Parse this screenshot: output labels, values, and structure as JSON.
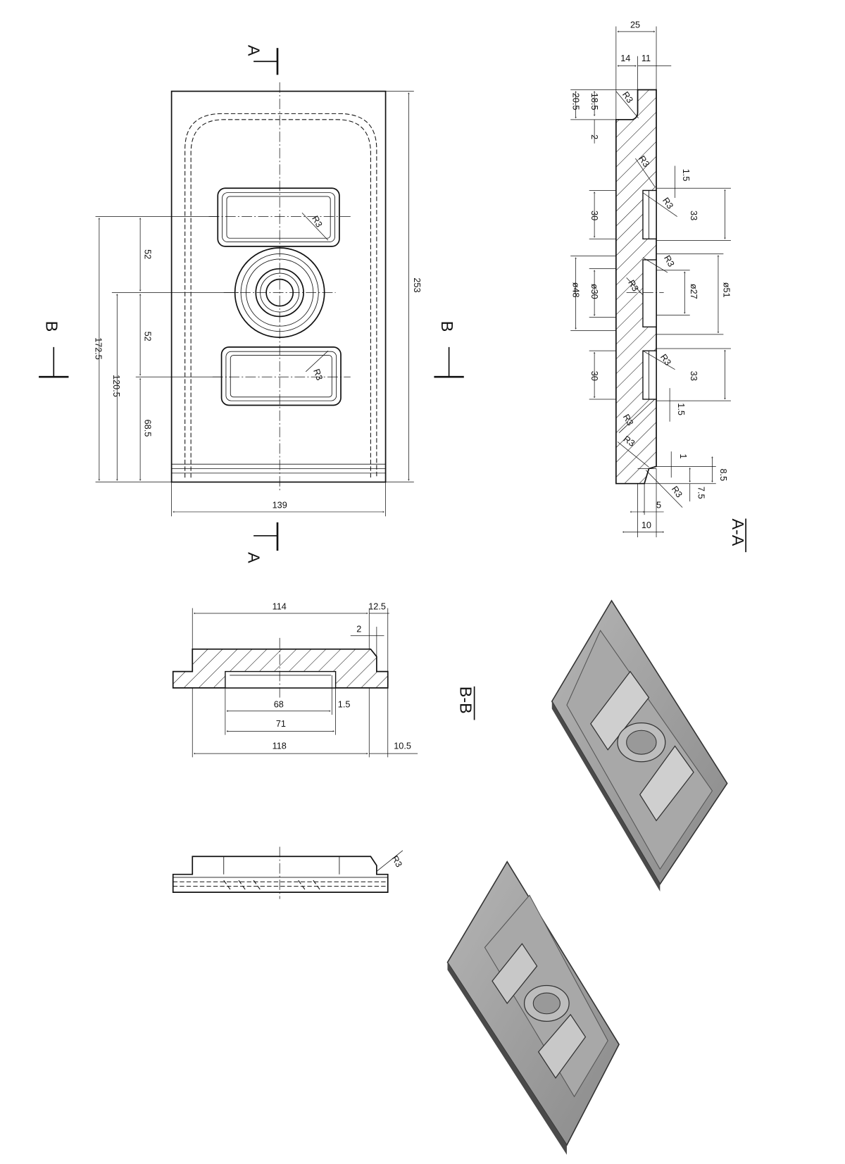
{
  "front_view": {
    "section_marks": {
      "top": "A",
      "bottom": "A",
      "left": "B",
      "right": "B"
    },
    "dims": {
      "height": "253",
      "width": "139",
      "d1725": "172.5",
      "d1205": "120.5",
      "d52a": "52",
      "d52b": "52",
      "d685": "68.5"
    },
    "radii": [
      "R3",
      "R3"
    ]
  },
  "section_aa": {
    "title": "A-A",
    "dims": {
      "d25": "25",
      "d14": "14",
      "d11": "11",
      "d205": "20.5",
      "d185": "18.5",
      "d2": "2",
      "d15a": "1.5",
      "d30a": "30",
      "d33a": "33",
      "dia48": "ø48",
      "dia30": "ø30",
      "dia27": "ø27",
      "dia51": "ø51",
      "d30b": "30",
      "d33b": "33",
      "d15b": "1.5",
      "d1": "1",
      "d85": "8.5",
      "d75": "7.5",
      "d5": "5",
      "d10": "10"
    },
    "radii": [
      "R3",
      "R3",
      "R3",
      "R3",
      "R3",
      "R3",
      "R3",
      "R3",
      "R3"
    ]
  },
  "section_bb": {
    "title": "B-B",
    "dims": {
      "d114": "114",
      "d125": "12.5",
      "d2": "2",
      "d68": "68",
      "d15": "1.5",
      "d71": "71",
      "d118": "118",
      "d105": "10.5"
    }
  },
  "side_view": {
    "radius": "R3"
  },
  "colors": {
    "line": "#111111",
    "iso_face": "#9a9a9a",
    "iso_edge": "#4a4a4a"
  }
}
